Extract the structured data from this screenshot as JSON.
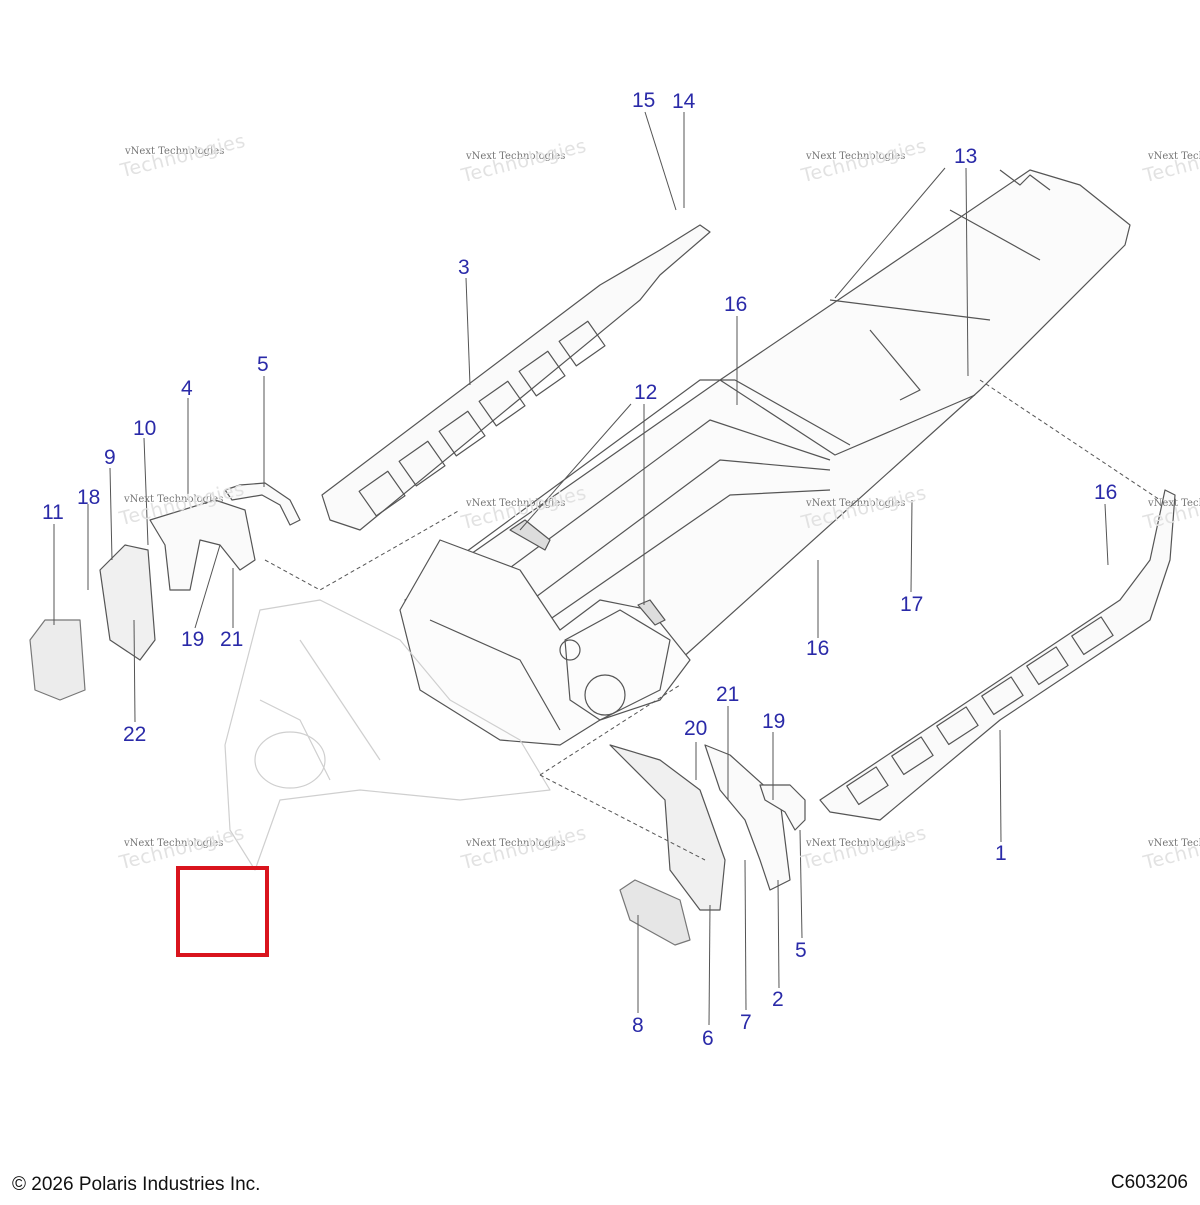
{
  "footer": {
    "copyright": "© 2026 Polaris Industries Inc.",
    "drawing_code": "C603206"
  },
  "watermark": {
    "line1": "vNext Technologies",
    "line2": "Technologies"
  },
  "callouts": [
    "15",
    "14",
    "13",
    "3",
    "16",
    "5",
    "4",
    "12",
    "10",
    "9",
    "18",
    "11",
    "16",
    "17",
    "19",
    "21",
    "16",
    "22",
    "21",
    "19",
    "20",
    "1",
    "5",
    "2",
    "7",
    "8",
    "6"
  ],
  "colors": {
    "callout_text": "#2a2aa8",
    "highlight_box": "#d9141d",
    "line_art": "#444444"
  }
}
